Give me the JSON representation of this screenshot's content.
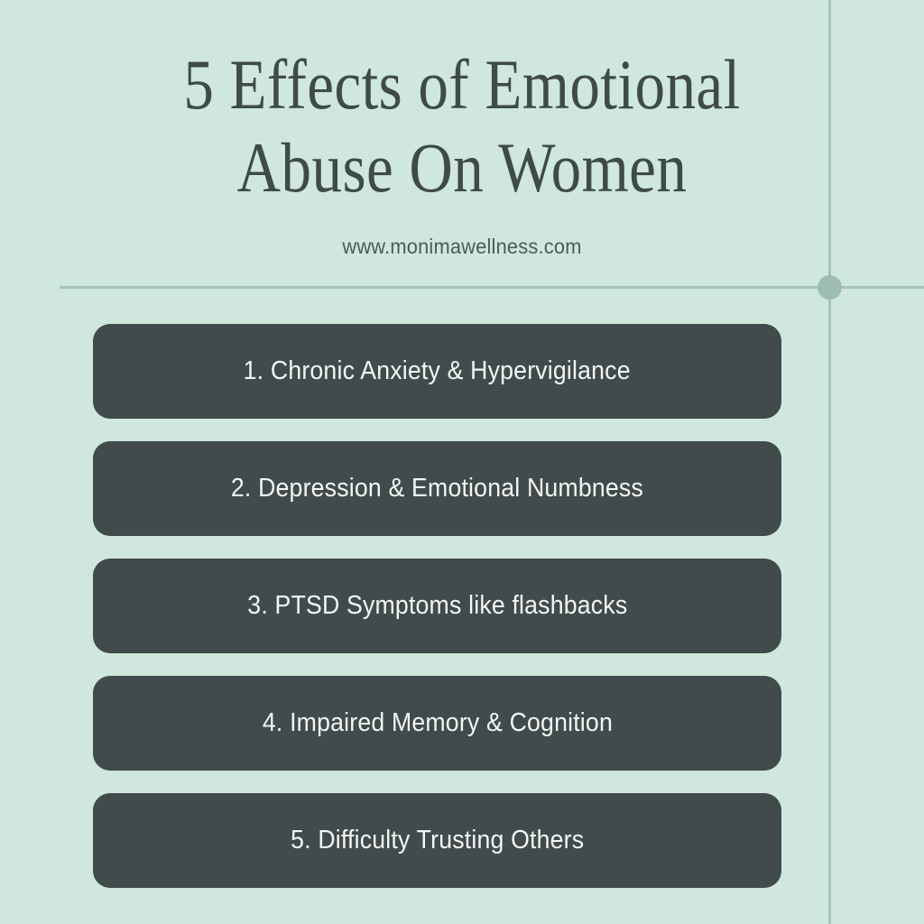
{
  "poster": {
    "background_color": "#cfe7dc",
    "title": "5 Effects of Emotional\nAbuse On Women",
    "title_color": "#3f4a4a",
    "url": "www.monimawellness.com",
    "url_color": "#4e5a59",
    "accent_line_color": "#a4c4bb",
    "accent_dot_color": "#9dbcb3",
    "card_color": "#414b4b",
    "card_text_color": "#f2f6f4"
  },
  "effects": [
    {
      "label": "1. Chronic Anxiety & Hypervigilance"
    },
    {
      "label": "2. Depression & Emotional Numbness"
    },
    {
      "label": "3. PTSD Symptoms like flashbacks"
    },
    {
      "label": "4. Impaired Memory & Cognition"
    },
    {
      "label": "5. Difficulty Trusting Others"
    }
  ]
}
